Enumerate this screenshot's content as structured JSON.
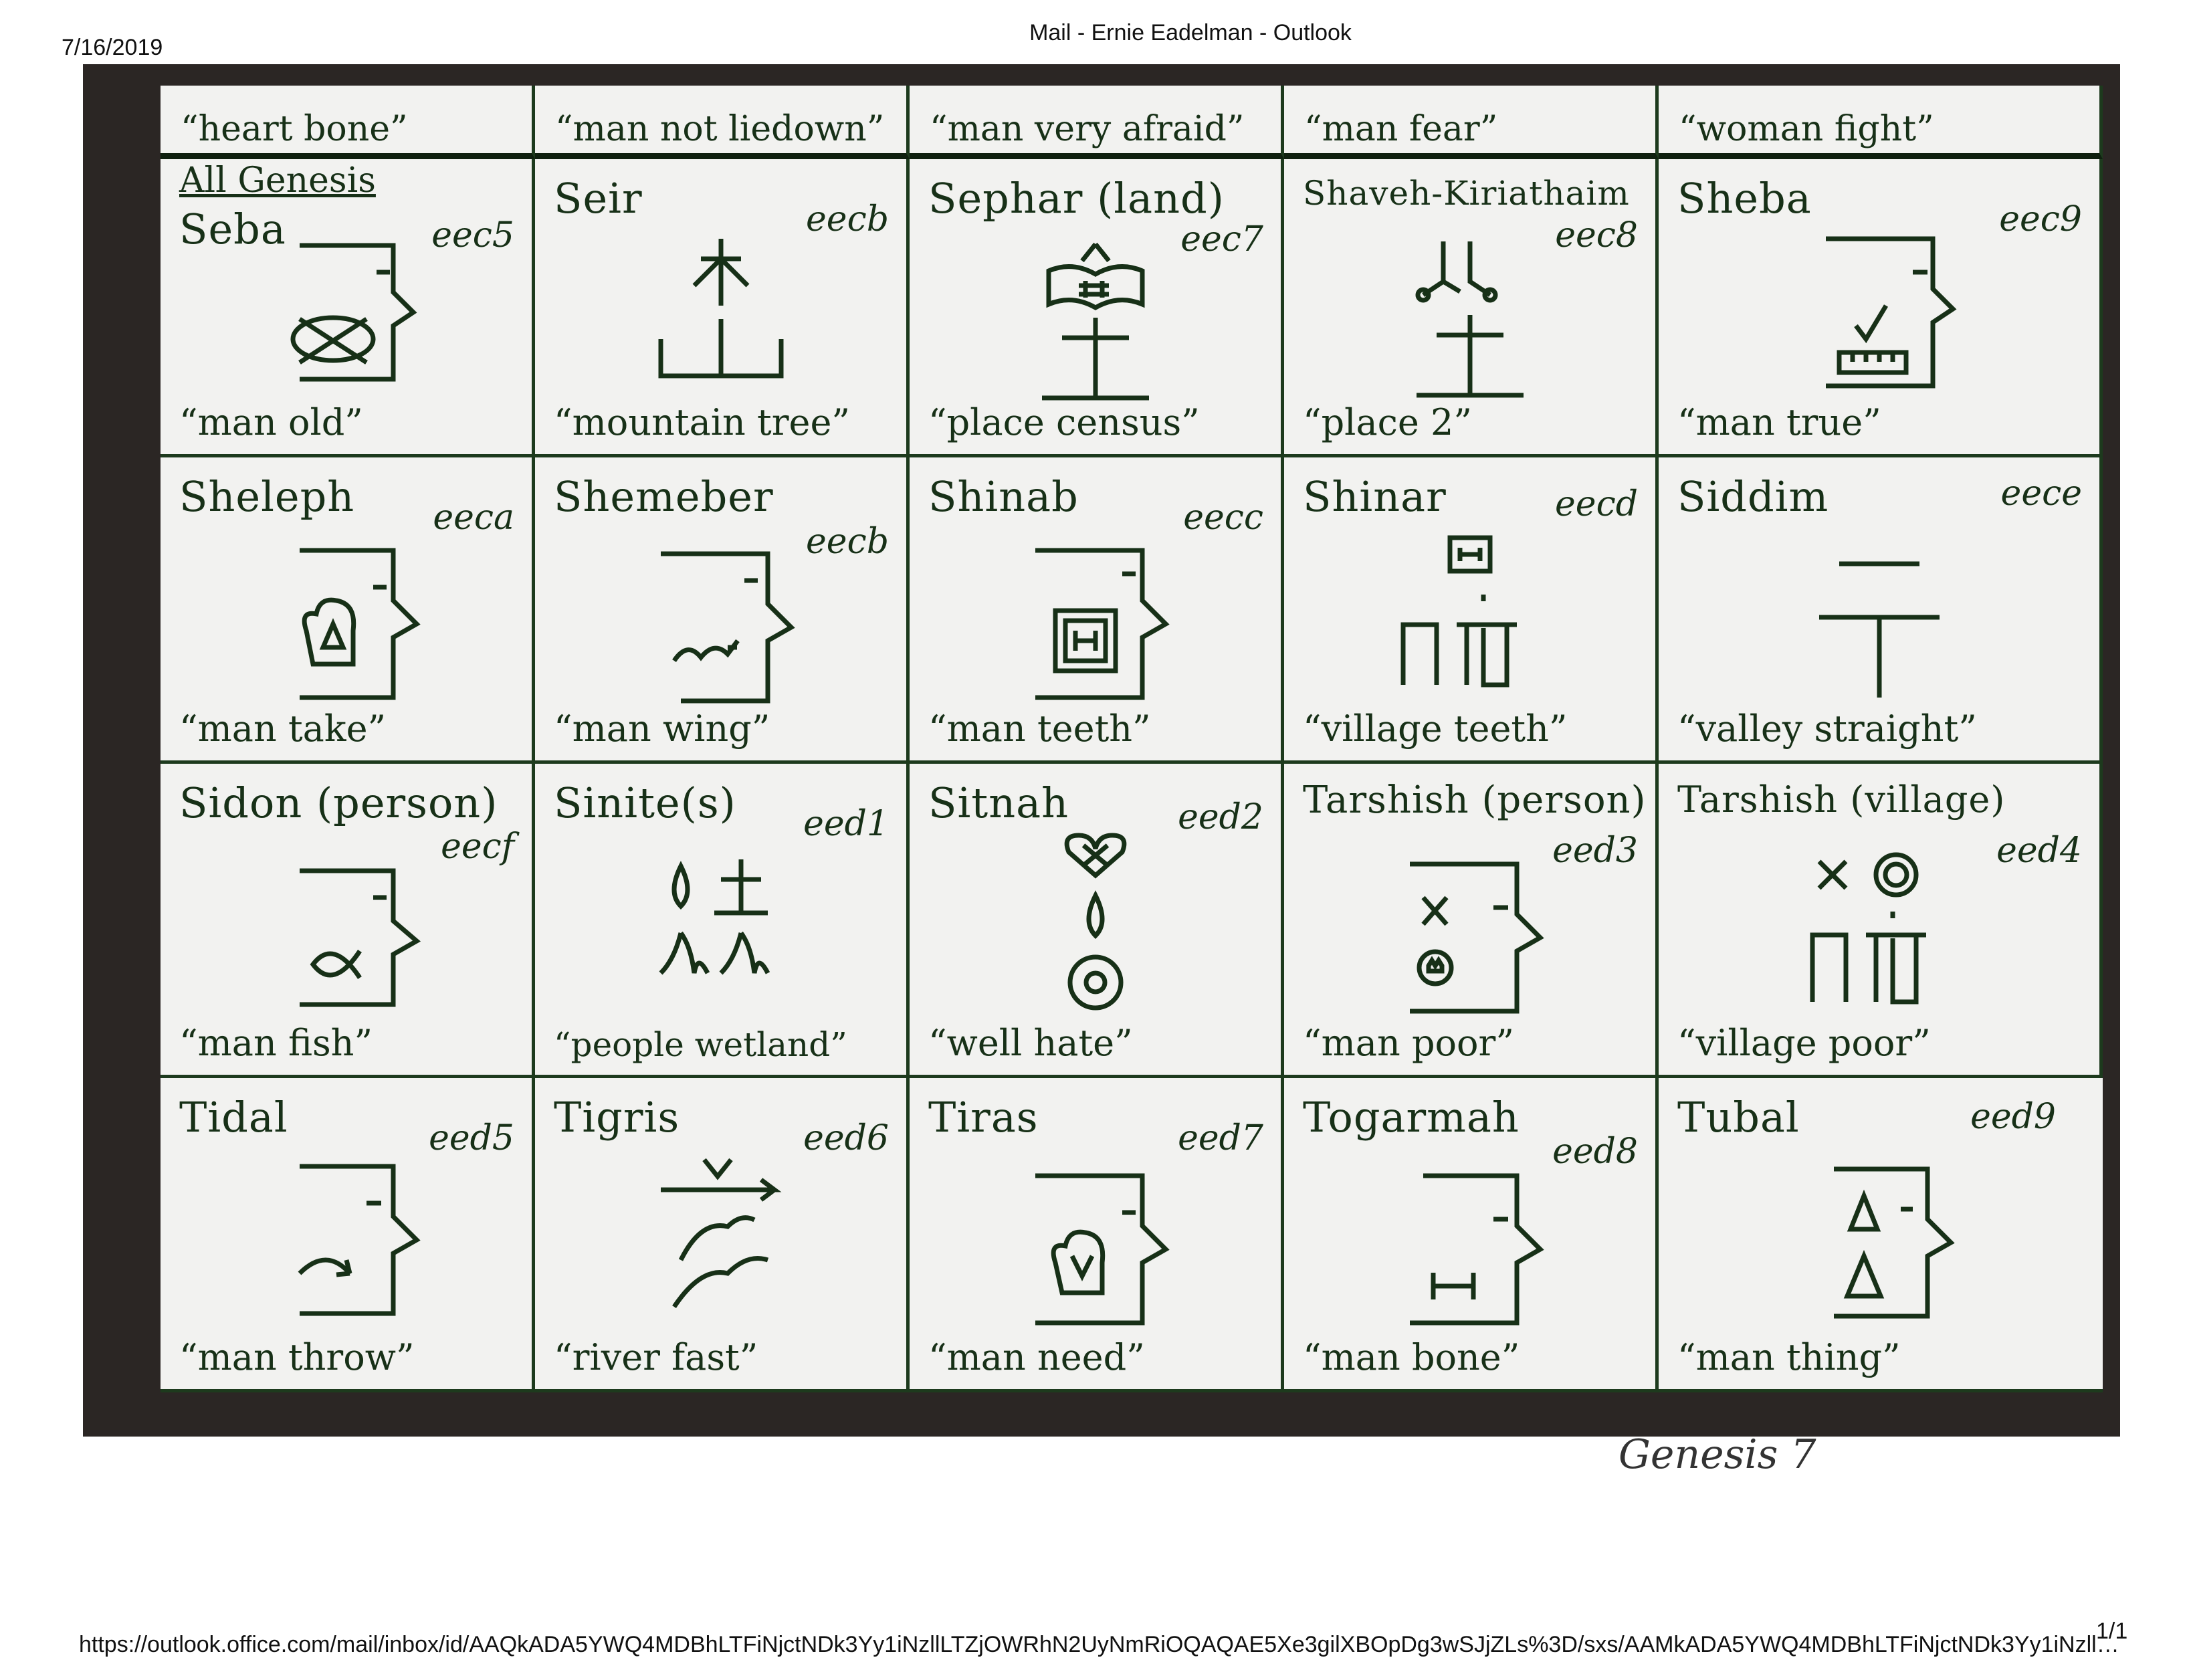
{
  "header": {
    "date": "7/16/2019",
    "title": "Mail - Ernie Eadelman - Outlook"
  },
  "top_row_meanings": [
    "“heart bone”",
    "“man not liedown”",
    "“man very afraid”",
    "“man fear”",
    "“woman fight”"
  ],
  "subheading": "All Genesis",
  "cards": [
    {
      "name": "Seba",
      "code": "eec5",
      "meaning": "“man old”",
      "glyph": "head-crossed-circle-icon"
    },
    {
      "name": "Seir",
      "code": "eecb",
      "meaning": "“mountain tree”",
      "glyph": "mountain-tree-icon"
    },
    {
      "name": "Sephar (land)",
      "code": "eec7",
      "meaning": "“place census”",
      "glyph": "book-place-icon"
    },
    {
      "name": "Shaveh-Kiriathaim",
      "code": "eec8",
      "meaning": "“place 2”",
      "glyph": "place-two-icon"
    },
    {
      "name": "Sheba",
      "code": "eec9",
      "meaning": "“man true”",
      "glyph": "head-check-icon"
    },
    {
      "name": "Sheleph",
      "code": "eeca",
      "meaning": "“man take”",
      "glyph": "head-mitt-icon"
    },
    {
      "name": "Shemeber",
      "code": "eecb",
      "meaning": "“man wing”",
      "glyph": "head-wing-icon"
    },
    {
      "name": "Shinab",
      "code": "eecc",
      "meaning": "“man teeth”",
      "glyph": "head-teeth-icon"
    },
    {
      "name": "Shinar",
      "code": "eecd",
      "meaning": "“village teeth”",
      "glyph": "village-teeth-icon"
    },
    {
      "name": "Siddim",
      "code": "eece",
      "meaning": "“valley straight”",
      "glyph": "valley-straight-icon"
    },
    {
      "name": "Sidon (person)",
      "code": "eecf",
      "meaning": "“man fish”",
      "glyph": "head-fish-icon"
    },
    {
      "name": "Sinite(s)",
      "code": "eed1",
      "meaning": "“people wetland”",
      "glyph": "people-wetland-icon"
    },
    {
      "name": "Sitnah",
      "code": "eed2",
      "meaning": "“well hate”",
      "glyph": "well-hate-icon"
    },
    {
      "name": "Tarshish (person)",
      "code": "eed3",
      "meaning": "“man poor”",
      "glyph": "head-poor-icon"
    },
    {
      "name": "Tarshish (village)",
      "code": "eed4",
      "meaning": "“village poor”",
      "glyph": "village-poor-icon"
    },
    {
      "name": "Tidal",
      "code": "eed5",
      "meaning": "“man throw”",
      "glyph": "head-throw-icon"
    },
    {
      "name": "Tigris",
      "code": "eed6",
      "meaning": "“river fast”",
      "glyph": "river-fast-icon"
    },
    {
      "name": "Tiras",
      "code": "eed7",
      "meaning": "“man need”",
      "glyph": "head-need-icon"
    },
    {
      "name": "Togarmah",
      "code": "eed8",
      "meaning": "“man bone”",
      "glyph": "head-bone-icon"
    },
    {
      "name": "Tubal",
      "code": "eed9",
      "meaning": "“man thing”",
      "glyph": "head-thing-icon"
    }
  ],
  "handwritten_note": "Genesis 7",
  "footer": {
    "url": "https://outlook.office.com/mail/inbox/id/AAQkADA5YWQ4MDBhLTFiNjctNDk3Yy1iNzllLTZjOWRhN2UyNmRiOQAQAE5Xe3gilXBOpDg3wSJjZLs%3D/sxs/AAMkADA5YWQ4MDBhLTFiNjctNDk3Yy1iNzll…",
    "page": "1/1"
  }
}
